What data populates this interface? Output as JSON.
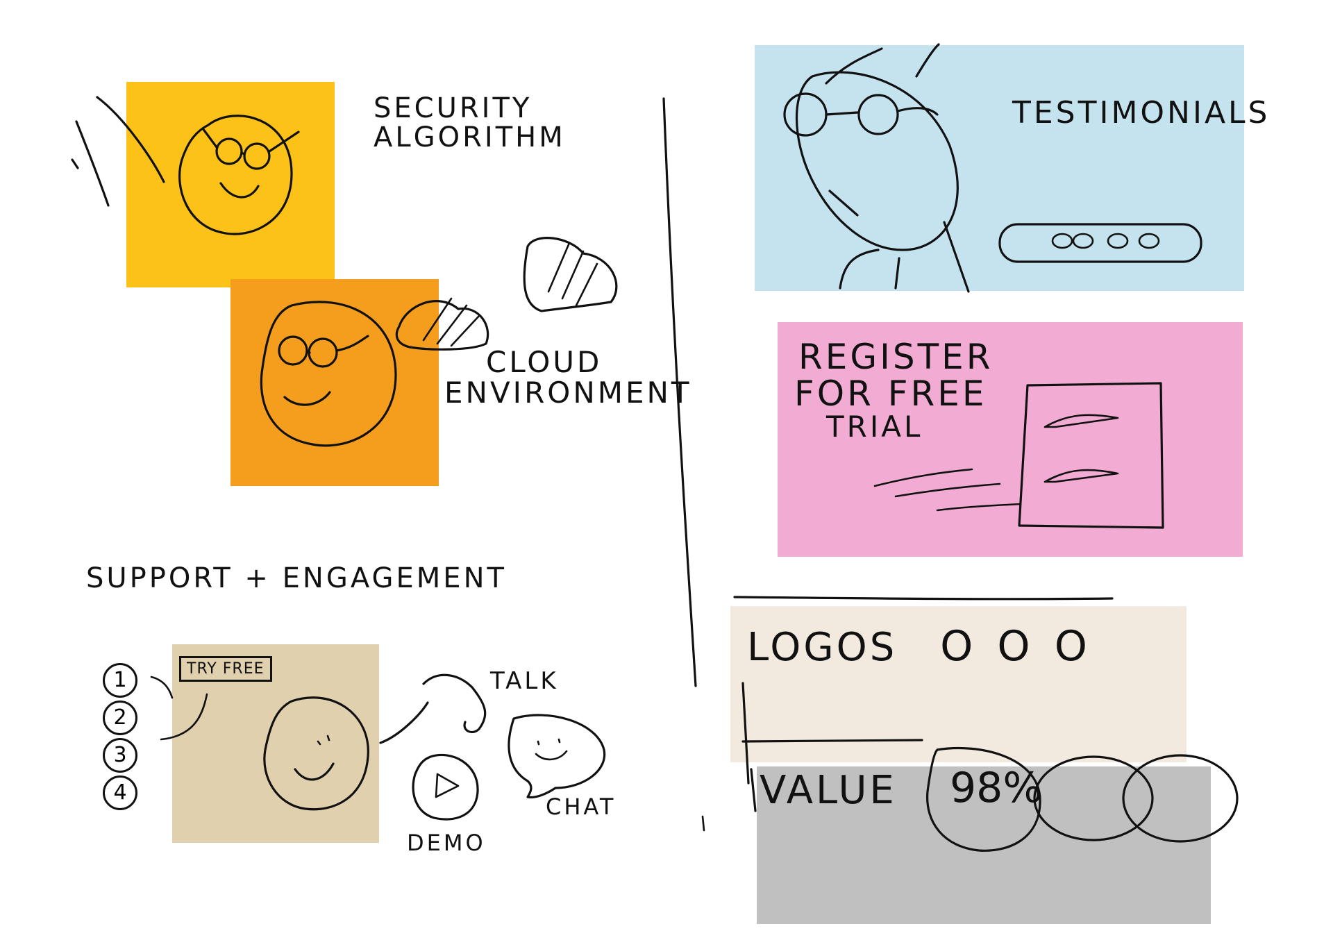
{
  "colors": {
    "security_card": "#FDC218",
    "cloud_card": "#F59E1D",
    "testimonials_panel": "#C5E3EE",
    "register_panel": "#F2ACD3",
    "logos_panel": "#F2EADF",
    "value_panel": "#C0C0C0",
    "support_card": "#E0D0AE",
    "ink": "#111111"
  },
  "sections": {
    "security": {
      "line1": "SECURITY",
      "line2": "ALGORITHM"
    },
    "cloud": {
      "line1": "CLOUD",
      "line2": "ENVIRONMENT"
    },
    "support": {
      "title": "SUPPORT + ENGAGEMENT"
    },
    "try_free": {
      "label": "TRY FREE"
    },
    "steps": [
      "1",
      "2",
      "3",
      "4"
    ],
    "talk": {
      "label": "TALK"
    },
    "demo": {
      "label": "DEMO"
    },
    "chat": {
      "label": "CHAT"
    },
    "testimonials": {
      "title": "TESTIMONIALS"
    },
    "register": {
      "line1": "REGISTER",
      "line2": "FOR FREE",
      "line3": "TRIAL"
    },
    "logos": {
      "title": "LOGOS",
      "marks": "O O O"
    },
    "value": {
      "title": "VALUE",
      "stat": "98%"
    }
  },
  "icons": {
    "security_face": "face-with-glasses-icon",
    "cloud_face": "face-with-glasses-icon",
    "cloud_shape": "hatched-cloud-icon",
    "testimonial_person": "person-with-glasses-icon",
    "pagination": "carousel-dots-icon",
    "form": "form-document-icon",
    "support_face": "smiley-face-icon",
    "talk": "phone-icon",
    "demo": "play-icon",
    "chat": "speech-bubble-icon"
  }
}
